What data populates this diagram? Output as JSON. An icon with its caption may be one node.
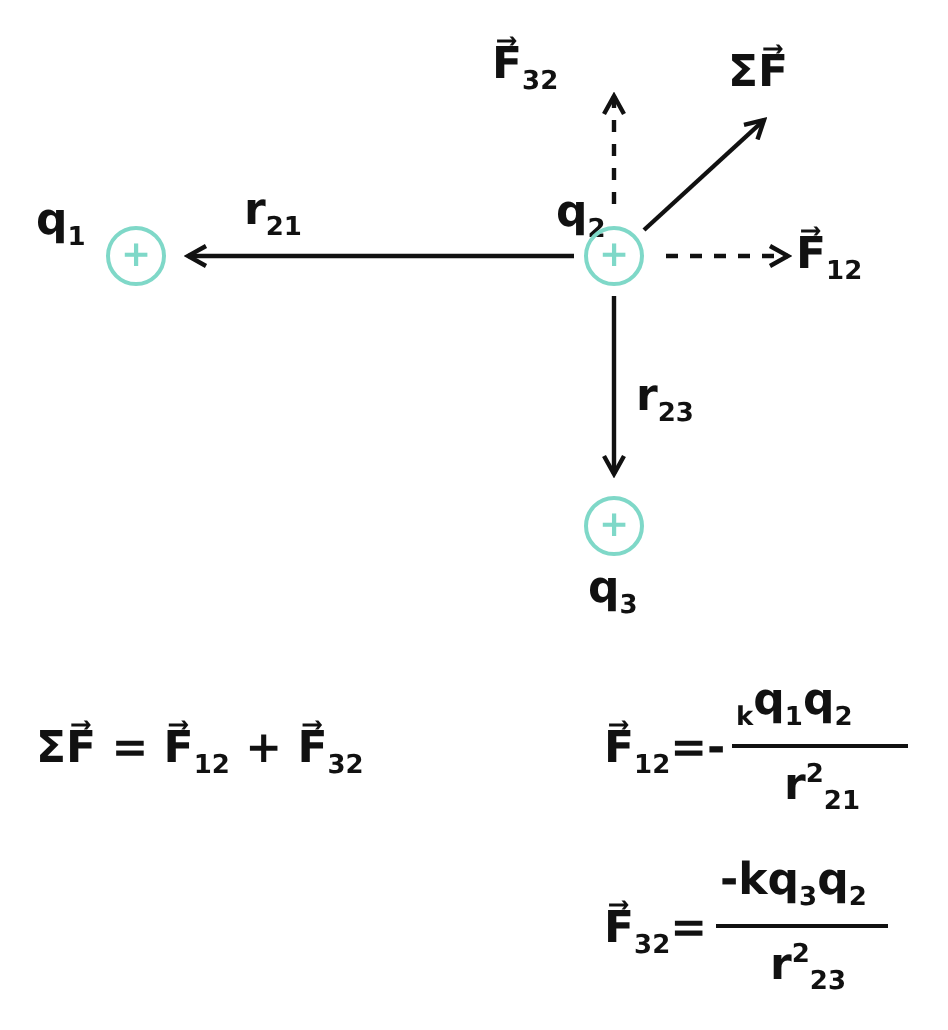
{
  "diagram": {
    "nodes": [
      {
        "text": [
          "+"
        ],
        "beside": [
          "q$_{1}$"
        ]
      },
      {
        "text": [
          "+"
        ],
        "beside": [
          "q$_{2}$"
        ]
      },
      {
        "text": [
          "+"
        ],
        "beside": [
          "q$_{3}$"
        ]
      },
      {
        "text": [
          "F⃗$_{32}$"
        ]
      },
      {
        "text": [
          "ΣF⃗"
        ]
      },
      {
        "text": [
          "F⃗$_{12}$"
        ]
      }
    ],
    "edges": [
      {
        "from": 1,
        "to": 0,
        "arrow": "to",
        "label": "r$_{21}$"
      },
      {
        "from": 1,
        "to": 2,
        "arrow": "to",
        "label": "r$_{23}$"
      },
      {
        "from": 1,
        "to": 3,
        "arrow": "to",
        "style": "dashed"
      },
      {
        "from": 1,
        "to": 4,
        "arrow": "to"
      },
      {
        "from": 1,
        "to": 5,
        "arrow": "to",
        "style": "dashed"
      }
    ],
    "labels": [
      "ΣF⃗ = F⃗$_{12}$ + F⃗$_{32}$",
      "F⃗$_{12}$=-",
      "$_{k}$q$_{1}$q$_{2}$",
      "r$^{2}$$_{21}$",
      "F⃗$_{32}$=",
      "-kq$_{3}$q$_{2}$",
      "r$^{2}$$_{23}$"
    ]
  }
}
